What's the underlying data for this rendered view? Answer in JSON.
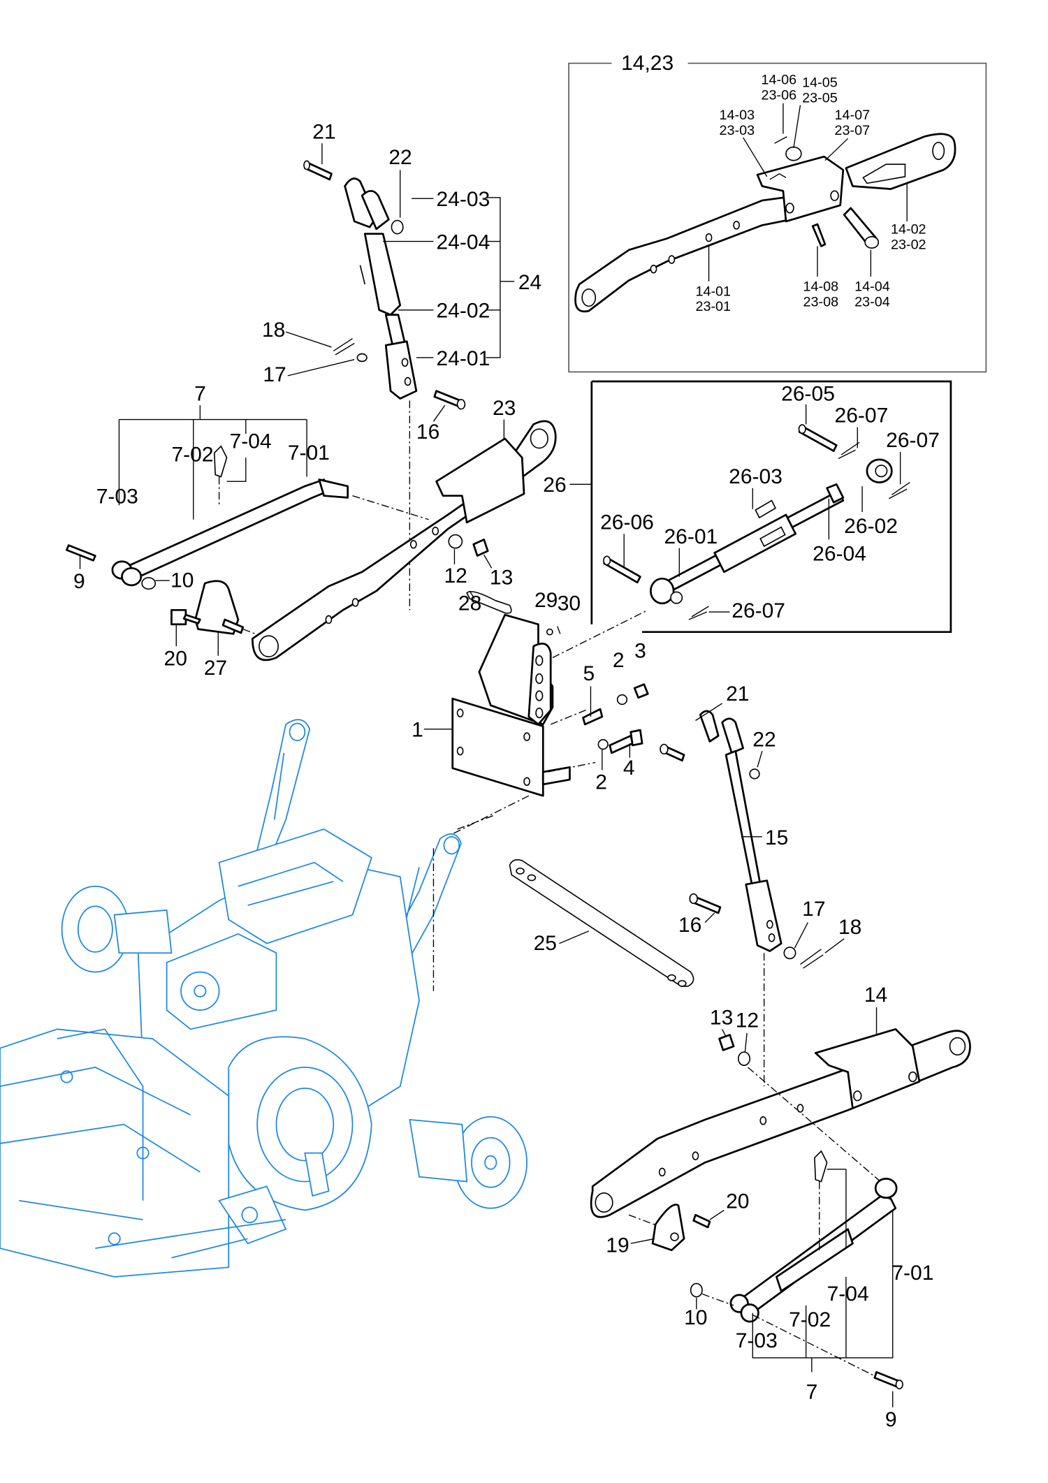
{
  "diagram": {
    "type": "exploded-parts-diagram",
    "subject": "three-point hitch linkage with tractor rear transmission",
    "colors": {
      "line": "#000000",
      "tractor": "#1e88e5",
      "frame": "#555555",
      "background": "#ffffff"
    },
    "inset_14_23": {
      "title": "14,23",
      "labels": [
        {
          "id": "14-06",
          "line1": "14-06",
          "line2": "23-06"
        },
        {
          "id": "14-05",
          "line1": "14-05",
          "line2": "23-05"
        },
        {
          "id": "14-03",
          "line1": "14-03",
          "line2": "23-03"
        },
        {
          "id": "14-07",
          "line1": "14-07",
          "line2": "23-07"
        },
        {
          "id": "14-02",
          "line1": "14-02",
          "line2": "23-02"
        },
        {
          "id": "14-01",
          "line1": "14-01",
          "line2": "23-01"
        },
        {
          "id": "14-08",
          "line1": "14-08",
          "line2": "23-08"
        },
        {
          "id": "14-04",
          "line1": "14-04",
          "line2": "23-04"
        }
      ]
    },
    "inset_26": {
      "title": "26",
      "labels": [
        "26-05",
        "26-07",
        "26-07",
        "26-03",
        "26-06",
        "26-01",
        "26-02",
        "26-04",
        "26-07"
      ]
    },
    "top_link_24": {
      "group": "24",
      "labels": [
        "24-03",
        "24-04",
        "24-02",
        "24-01"
      ]
    },
    "check_chain_7_left": {
      "group": "7",
      "labels": [
        "7-03",
        "7-02",
        "7-04",
        "7-01"
      ]
    },
    "check_chain_7_right": {
      "group": "7",
      "labels": [
        "7-01",
        "7-04",
        "7-02",
        "7-03"
      ]
    },
    "callouts": {
      "c21a": "21",
      "c22a": "22",
      "c18a": "18",
      "c17a": "17",
      "c16a": "16",
      "c23": "23",
      "c9a": "9",
      "c10a": "10",
      "c12a": "12",
      "c13a": "13",
      "c20a": "20",
      "c27": "27",
      "c28": "28",
      "c29": "29",
      "c30": "30",
      "c5": "5",
      "c2a": "2",
      "c3": "3",
      "c1": "1",
      "c2b": "2",
      "c4": "4",
      "c21b": "21",
      "c22b": "22",
      "c15": "15",
      "c16b": "16",
      "c17b": "17",
      "c18b": "18",
      "c25": "25",
      "c14": "14",
      "c13b": "13",
      "c12b": "12",
      "c20b": "20",
      "c19": "19",
      "c10b": "10",
      "c9b": "9"
    }
  }
}
